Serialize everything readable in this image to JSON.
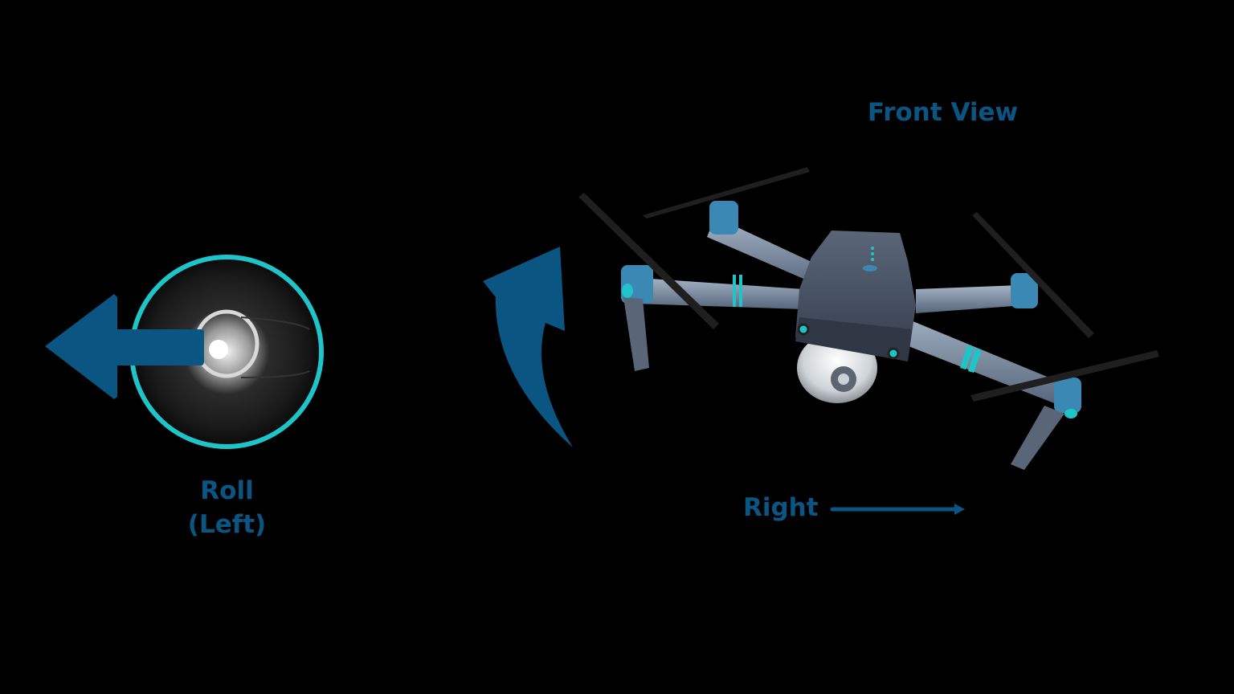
{
  "diagram": {
    "title": "Front View",
    "stick_label_line1": "Roll",
    "stick_label_line2": "(Left)",
    "direction_label": "Right",
    "colors": {
      "background": "#000000",
      "accent_blue": "#0b5583",
      "ring_teal": "#1ec4c8",
      "drone_body": "#4a5568",
      "drone_arm": "#7d8ea3"
    },
    "elements": [
      {
        "type": "joystick",
        "state": "pushed-left"
      },
      {
        "type": "arrow",
        "direction": "left"
      },
      {
        "type": "curved-arrow",
        "direction": "up-right"
      },
      {
        "type": "drone",
        "orientation": "rolled-right"
      },
      {
        "type": "arrow",
        "direction": "right"
      }
    ]
  }
}
